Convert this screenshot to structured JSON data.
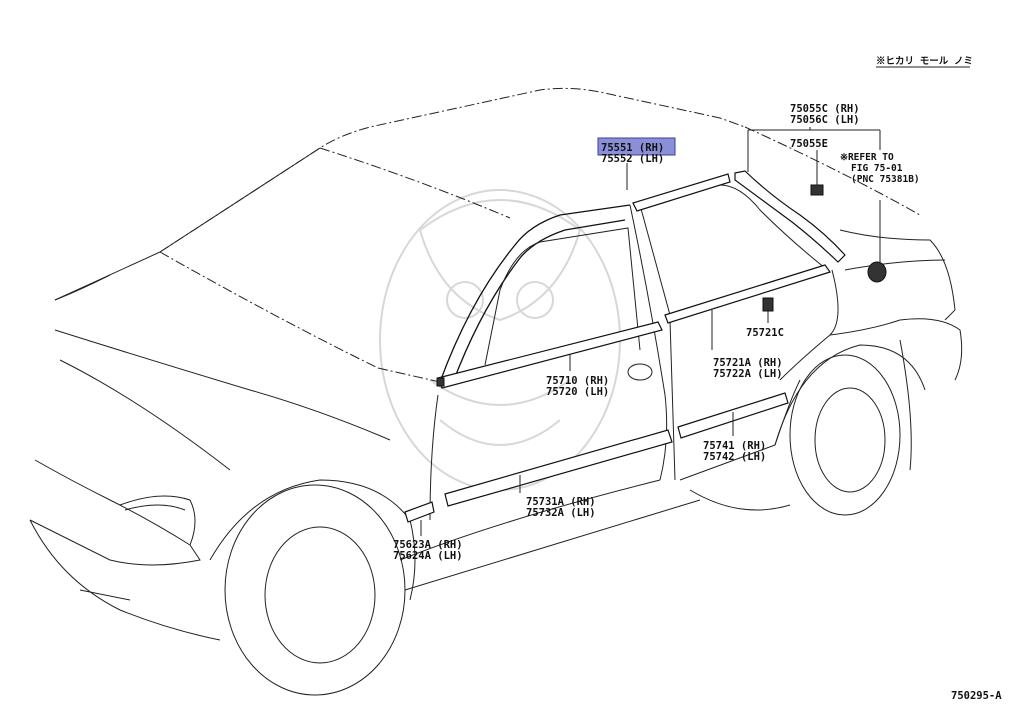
{
  "header": {
    "note": "※ヒカリ モール ノミ"
  },
  "footer": {
    "figure_id": "750295-A"
  },
  "highlight_color": "#8a8fd8",
  "callouts": {
    "c1": {
      "line1": "75551 (RH)",
      "line2": "75552 (LH)",
      "highlighted": true
    },
    "c2": {
      "line1": "75055C (RH)",
      "line2": "75056C (LH)"
    },
    "c3": {
      "line1": "75055E"
    },
    "c4": {
      "line1": "※REFER TO",
      "line2": "FIG 75-01",
      "line3": "(PNC 75381B)"
    },
    "c5": {
      "line1": "75721C"
    },
    "c6": {
      "line1": "75721A (RH)",
      "line2": "75722A (LH)"
    },
    "c7": {
      "line1": "75710 (RH)",
      "line2": "75720 (LH)"
    },
    "c8": {
      "line1": "75741 (RH)",
      "line2": "75742 (LH)"
    },
    "c9": {
      "line1": "75731A (RH)",
      "line2": "75732A (LH)"
    },
    "c10": {
      "line1": "75623A (RH)",
      "line2": "75624A (LH)"
    }
  }
}
